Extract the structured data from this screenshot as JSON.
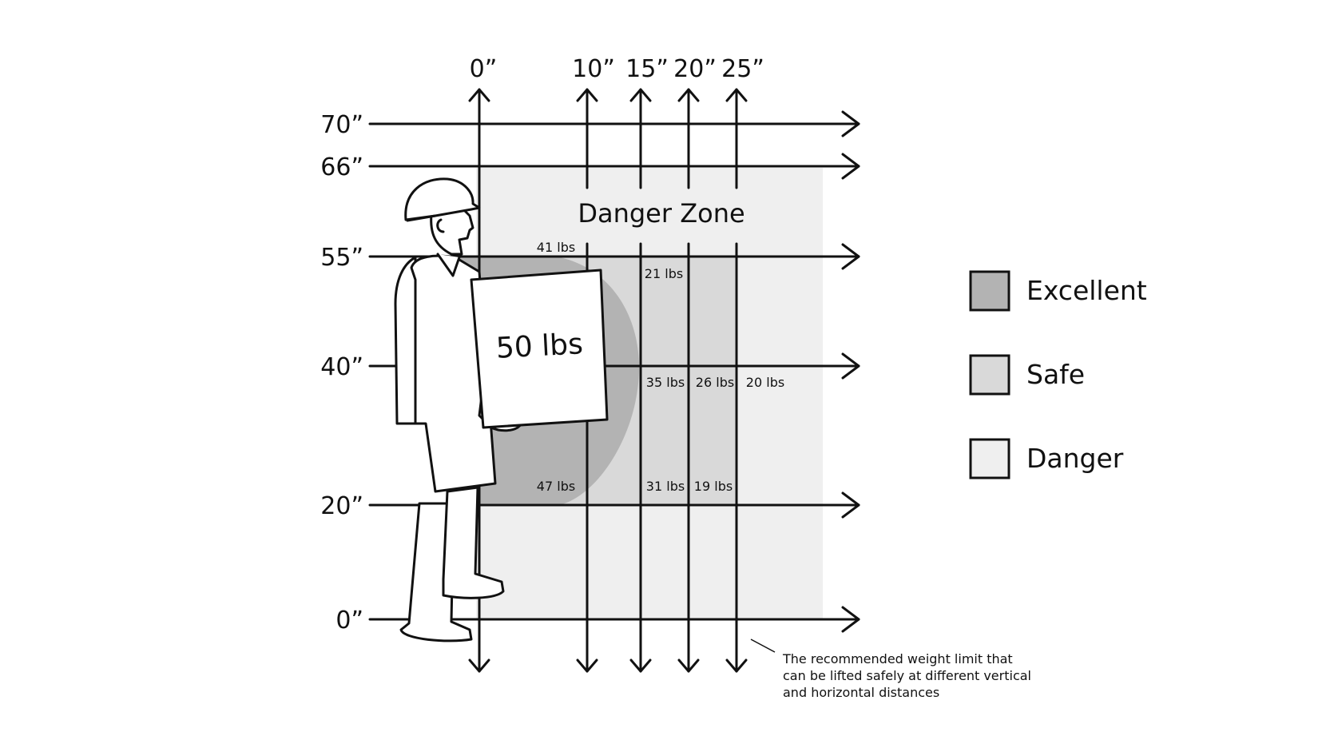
{
  "colors": {
    "excellent": "#b3b3b3",
    "safe": "#d9d9d9",
    "danger": "#efefef",
    "ink": "#111111"
  },
  "horizontal_axis_labels": [
    "0”",
    "10”",
    "15”",
    "20”",
    "25”"
  ],
  "vertical_axis_labels": [
    "70”",
    "66”",
    "55”",
    "40”",
    "20”",
    "0”"
  ],
  "zone_title": "Danger Zone",
  "box_label": "50 lbs",
  "weight_labels": [
    "41 lbs",
    "21 lbs",
    "35 lbs",
    "26 lbs",
    "20 lbs",
    "47 lbs",
    "31 lbs",
    "19 lbs"
  ],
  "legend": [
    {
      "label": "Excellent",
      "color": "#b3b3b3"
    },
    {
      "label": "Safe",
      "color": "#d9d9d9"
    },
    {
      "label": "Danger",
      "color": "#efefef"
    }
  ],
  "note_lines": [
    "The recommended weight limit that",
    "can be lifted safely at different vertical",
    "and horizontal distances"
  ],
  "icons": {
    "figure": "worker-icon",
    "arrows": "arrow-icon"
  }
}
